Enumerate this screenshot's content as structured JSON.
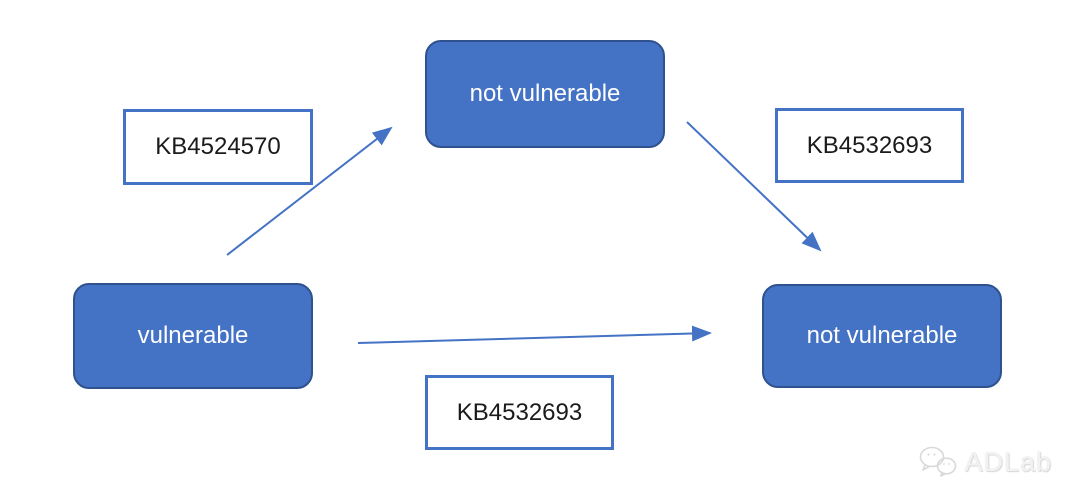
{
  "diagram": {
    "nodes": [
      {
        "id": "vulnerable",
        "label": "vulnerable"
      },
      {
        "id": "not_vulnerable_top",
        "label": "not vulnerable"
      },
      {
        "id": "not_vulnerable_right",
        "label": "not vulnerable"
      }
    ],
    "edge_labels": [
      {
        "id": "kb_top_left",
        "label": "KB4524570"
      },
      {
        "id": "kb_top_right",
        "label": "KB4532693"
      },
      {
        "id": "kb_bottom",
        "label": "KB4532693"
      }
    ],
    "edges": [
      {
        "from": "vulnerable",
        "to": "not_vulnerable_top",
        "label": "KB4524570"
      },
      {
        "from": "not_vulnerable_top",
        "to": "not_vulnerable_right",
        "label": "KB4532693"
      },
      {
        "from": "vulnerable",
        "to": "not_vulnerable_right",
        "label": "KB4532693"
      }
    ],
    "colors": {
      "node_fill": "#4472C4",
      "node_border": "#2F528F",
      "node_text": "#FFFFFF",
      "arrow": "#4472C4",
      "label_border": "#4472C4",
      "label_text": "#1A1A1A",
      "background": "#FFFFFF",
      "watermark_text": "#DCDCDC"
    }
  },
  "watermark": {
    "label": "ADLab",
    "icon": "wechat-icon"
  }
}
